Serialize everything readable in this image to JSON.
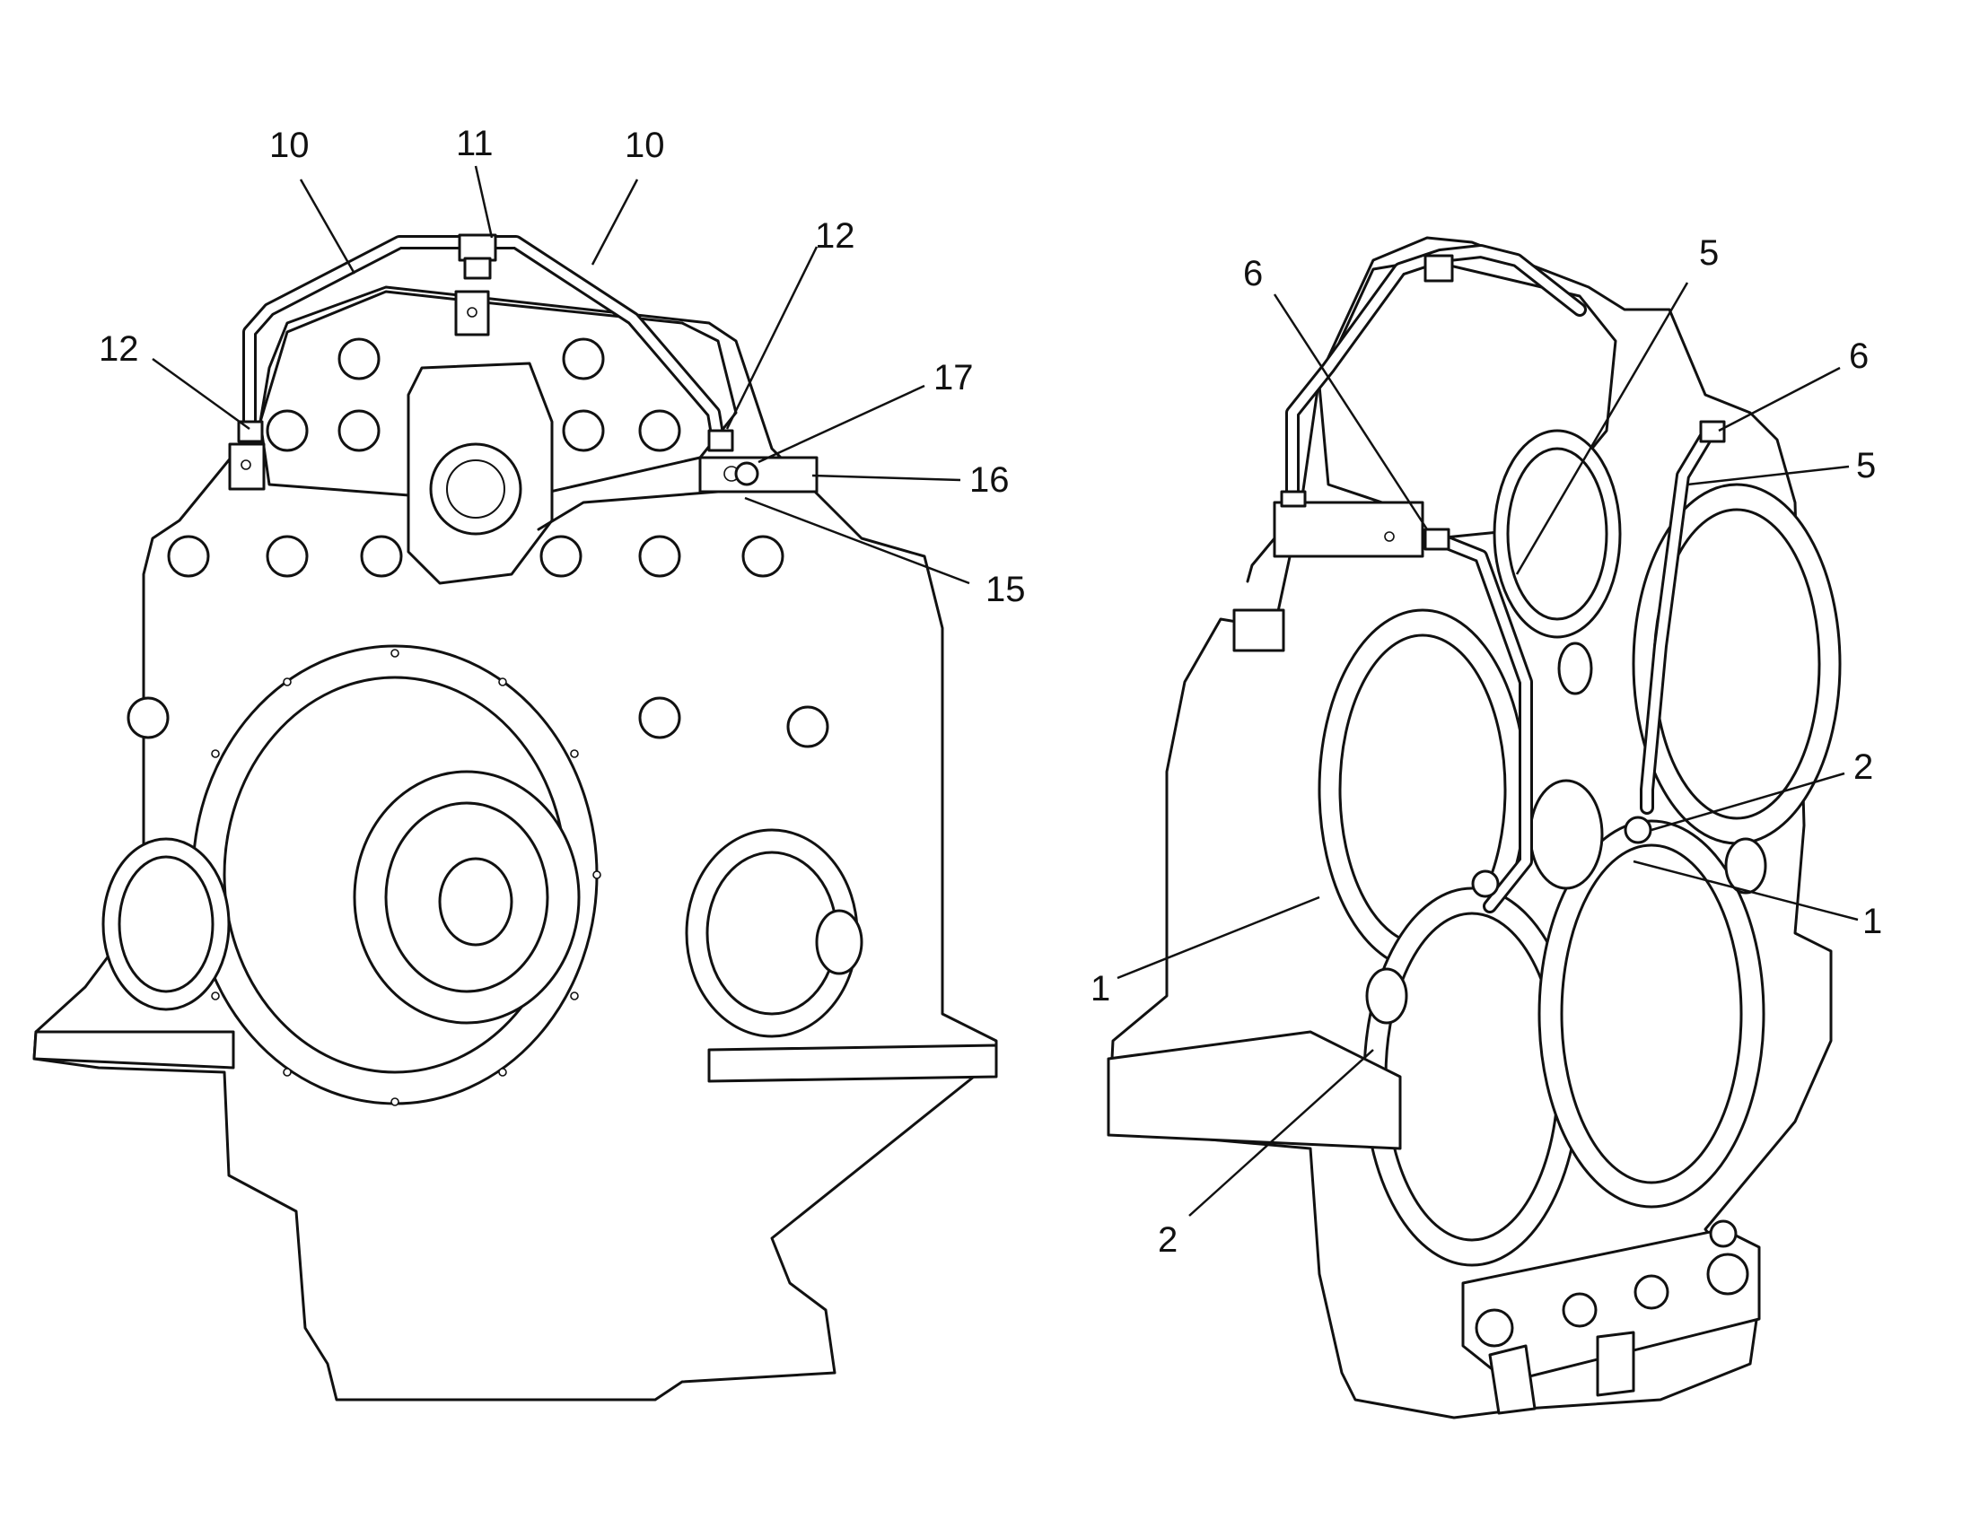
{
  "views": [
    {
      "id": "left-view",
      "callouts": [
        {
          "id": "c10a",
          "label": "10"
        },
        {
          "id": "c11",
          "label": "11"
        },
        {
          "id": "c10b",
          "label": "10"
        },
        {
          "id": "c12a",
          "label": "12"
        },
        {
          "id": "c12b",
          "label": "12"
        },
        {
          "id": "c17",
          "label": "17"
        },
        {
          "id": "c16",
          "label": "16"
        },
        {
          "id": "c15",
          "label": "15"
        }
      ]
    },
    {
      "id": "right-view",
      "callouts": [
        {
          "id": "c6a",
          "label": "6"
        },
        {
          "id": "c5a",
          "label": "5"
        },
        {
          "id": "c6b",
          "label": "6"
        },
        {
          "id": "c5b",
          "label": "5"
        },
        {
          "id": "c2a",
          "label": "2"
        },
        {
          "id": "c1a",
          "label": "1"
        },
        {
          "id": "c1b",
          "label": "1"
        },
        {
          "id": "c2b",
          "label": "2"
        }
      ]
    }
  ]
}
